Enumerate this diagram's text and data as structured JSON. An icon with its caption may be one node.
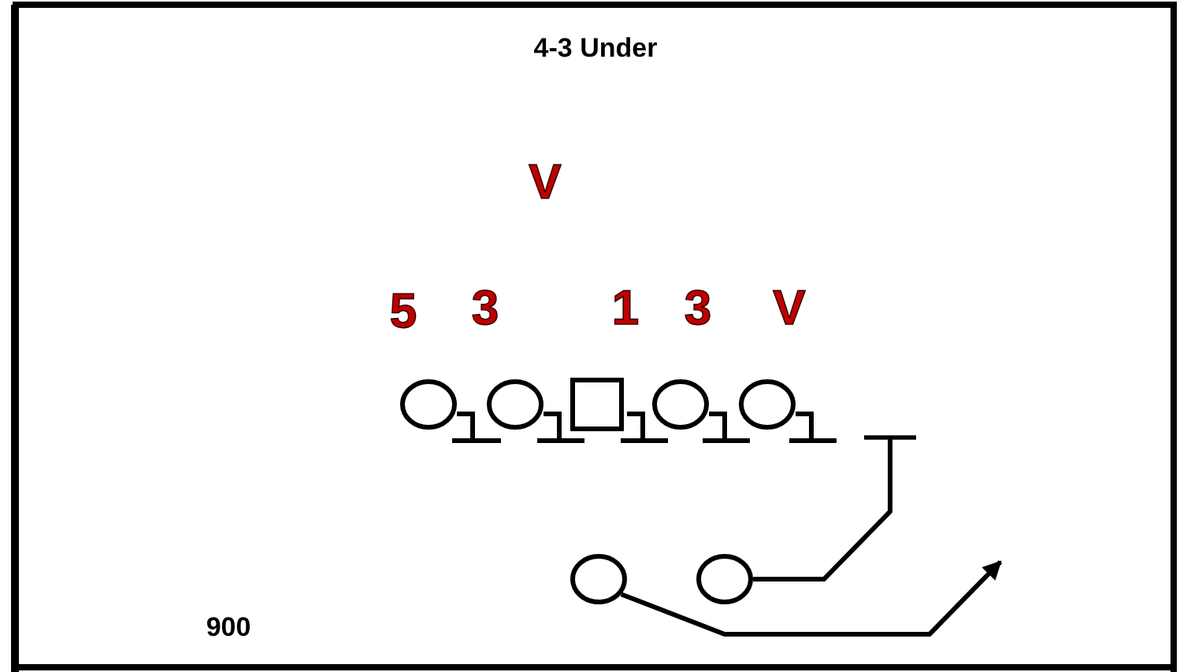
{
  "diagram": {
    "title": "4-3 Under",
    "nodes": [
      {
        "text": [],
        "shape": "circle"
      },
      {
        "text": [],
        "shape": "circle"
      },
      {
        "text": [],
        "shape": "box"
      },
      {
        "text": [],
        "shape": "circle"
      },
      {
        "text": [],
        "shape": "circle"
      },
      {
        "text": [],
        "shape": "circle"
      },
      {
        "text": [],
        "shape": "circle"
      }
    ],
    "edges": [
      {
        "from": 6,
        "to": null,
        "arrow": "other"
      },
      {
        "from": 5,
        "to": null,
        "arrow": "to"
      }
    ],
    "labels": [
      "V",
      "5",
      "3",
      "1",
      "3",
      "V",
      "900"
    ]
  }
}
